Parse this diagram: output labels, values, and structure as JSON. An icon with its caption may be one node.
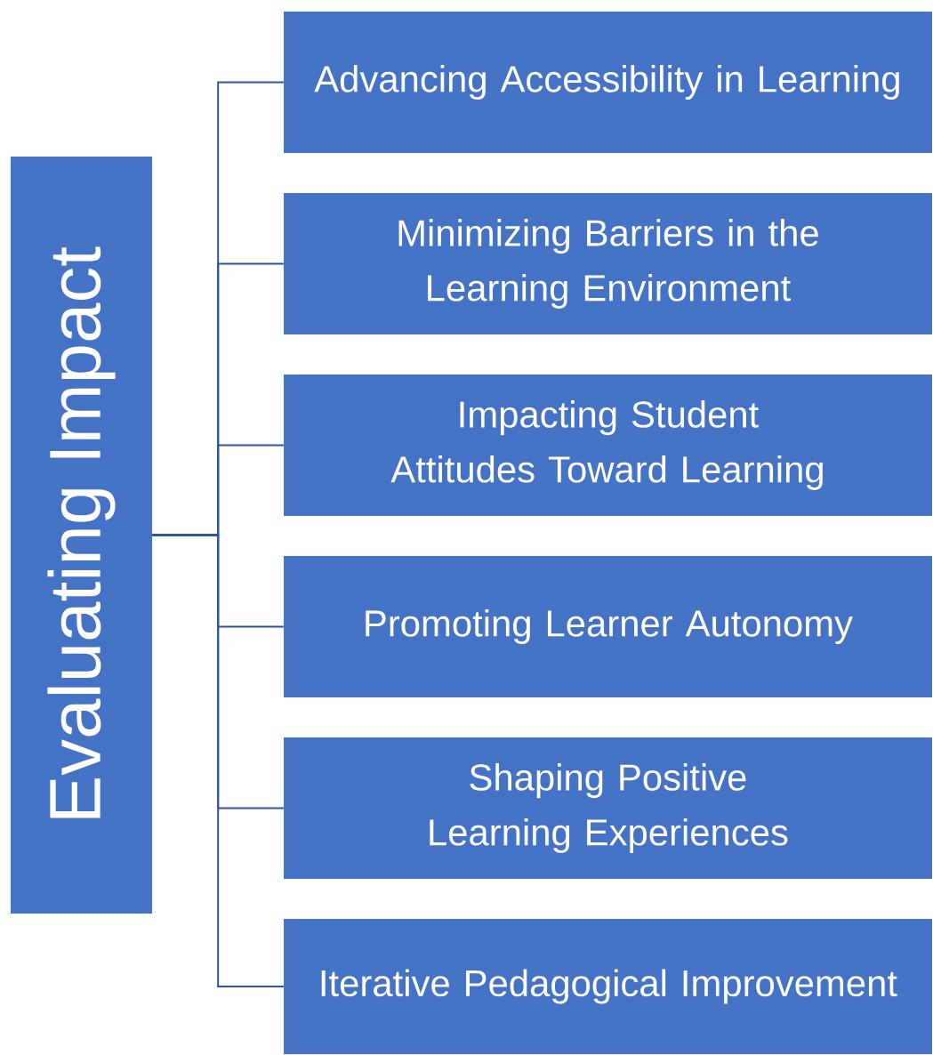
{
  "diagram": {
    "nodes": [
      {
        "text": [
          "Evaluating Impact"
        ]
      },
      {
        "text": [
          "Advancing Accessibility in Learning"
        ]
      },
      {
        "text": [
          "Minimizing Barriers in the Learning Environment"
        ]
      },
      {
        "text": [
          "Impacting Student Attitudes Toward Learning"
        ]
      },
      {
        "text": [
          "Promoting Learner Autonomy"
        ]
      },
      {
        "text": [
          "Shaping Positive Learning Experiences"
        ]
      },
      {
        "text": [
          "Iterative Pedagogical Improvement"
        ]
      }
    ],
    "edges": [
      {
        "from": 0,
        "to": 1,
        "arrow": "none"
      },
      {
        "from": 0,
        "to": 2,
        "arrow": "none"
      },
      {
        "from": 0,
        "to": 3,
        "arrow": "none"
      },
      {
        "from": 0,
        "to": 4,
        "arrow": "none"
      },
      {
        "from": 0,
        "to": 5,
        "arrow": "none"
      },
      {
        "from": 0,
        "to": 6,
        "arrow": "none"
      }
    ]
  }
}
